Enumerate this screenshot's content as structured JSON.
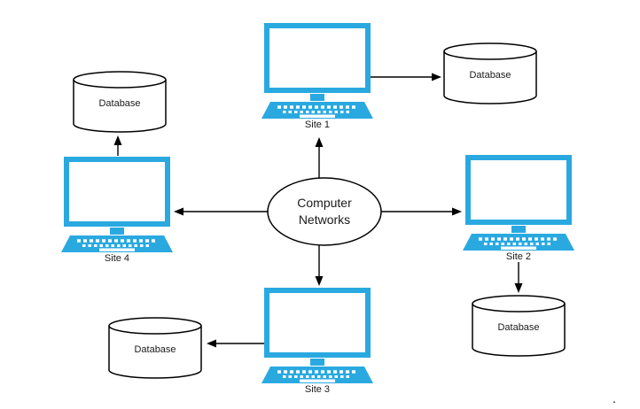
{
  "diagram": {
    "center": {
      "label": "Computer Networks"
    },
    "sites": [
      {
        "id": "site-1",
        "label": "Site 1"
      },
      {
        "id": "site-2",
        "label": "Site 2"
      },
      {
        "id": "site-3",
        "label": "Site 3"
      },
      {
        "id": "site-4",
        "label": "Site 4"
      }
    ],
    "databases": [
      {
        "id": "db-top-left",
        "label": "Database"
      },
      {
        "id": "db-top-right",
        "label": "Database"
      },
      {
        "id": "db-bottom-right",
        "label": "Database"
      },
      {
        "id": "db-bottom-left",
        "label": "Database"
      }
    ],
    "connections": [
      {
        "from": "Computer Networks",
        "to": "Site 1",
        "direction": "up"
      },
      {
        "from": "Computer Networks",
        "to": "Site 2",
        "direction": "right"
      },
      {
        "from": "Computer Networks",
        "to": "Site 3",
        "direction": "down"
      },
      {
        "from": "Computer Networks",
        "to": "Site 4",
        "direction": "left"
      },
      {
        "from": "Site 1",
        "to": "Database (top right)",
        "direction": "right"
      },
      {
        "from": "Site 4",
        "to": "Database (top left)",
        "direction": "up"
      },
      {
        "from": "Site 2",
        "to": "Database (bottom right)",
        "direction": "down"
      },
      {
        "from": "Site 3",
        "to": "Database (bottom left)",
        "direction": "left"
      }
    ],
    "colors": {
      "computer": "#29A9E0",
      "outline": "#000000",
      "node_fill": "#FFFFFF",
      "background": "#FFFFFF"
    },
    "stray_mark": "."
  }
}
